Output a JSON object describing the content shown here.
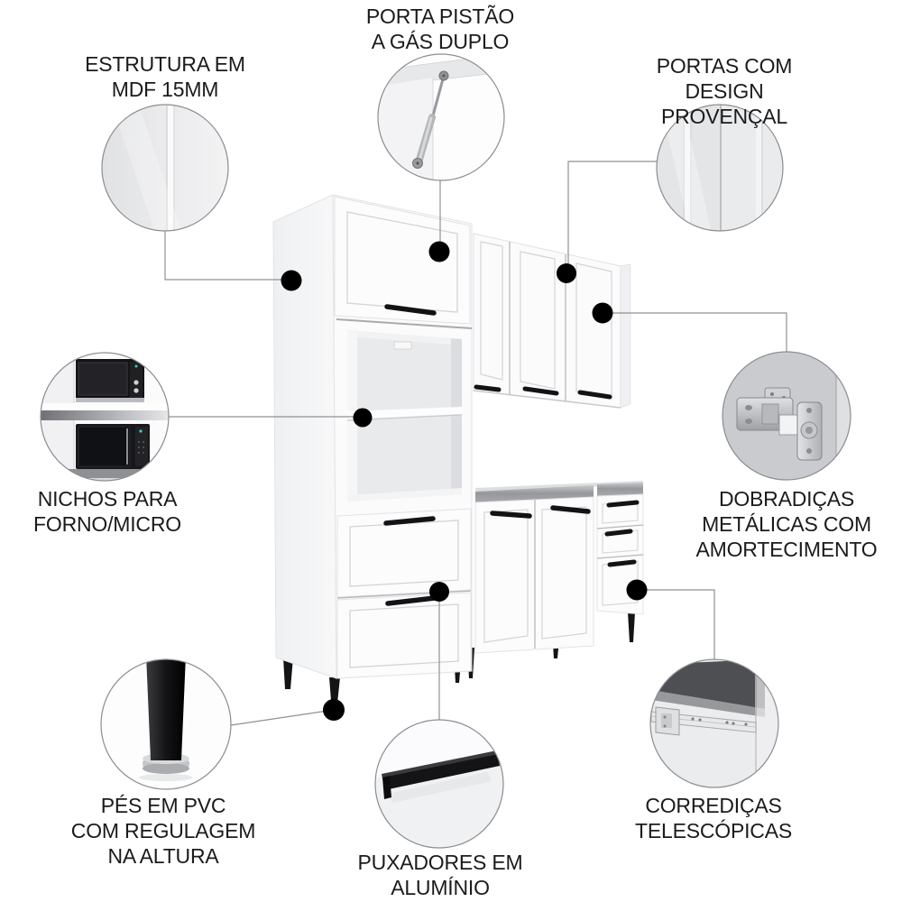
{
  "callouts": [
    {
      "id": "estrutura-mdf",
      "label": "ESTRUTURA EM\nMDF 15MM"
    },
    {
      "id": "porta-pistao",
      "label": "PORTA PISTÃO\nA GÁS DUPLO"
    },
    {
      "id": "portas-provencal",
      "label": "PORTAS COM\nDESIGN PROVENÇAL"
    },
    {
      "id": "nichos",
      "label": "NICHOS PARA\nFORNO/MICRO"
    },
    {
      "id": "dobradicas",
      "label": "DOBRADIÇAS\nMETÁLICAS COM\nAMORTECIMENTO"
    },
    {
      "id": "pes-pvc",
      "label": "PÉS EM PVC\nCOM REGULAGEM\nNA ALTURA"
    },
    {
      "id": "puxadores",
      "label": "PUXADORES EM\nALUMÍNIO"
    },
    {
      "id": "corredicas",
      "label": "CORREDIÇAS\nTELESCÓPICAS"
    }
  ],
  "colors": {
    "background": "#ffffff",
    "text": "#1b1b1c",
    "marker_dot": "#000000",
    "connector_line": "#8f9194",
    "handle_black": "#141416",
    "cabinet_white": "#fbfbfc",
    "niche_interior": "#e9eaeb"
  }
}
